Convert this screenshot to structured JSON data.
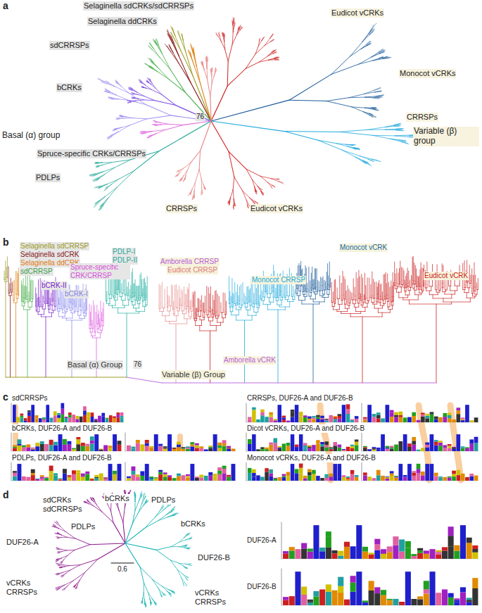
{
  "diagram": {
    "nodes": [
      {
        "text": [
          "Basal (α) group",
          "Selaginella sdCRKs/sdCRRSPs",
          "Selaginella ddCRKs",
          "sdCRRSPs",
          "bCRKs",
          "Spruce-specific CRKs/CRRSPs",
          "PDLPs",
          "76"
        ]
      },
      {
        "text": [
          "Variable (β) group",
          "Eudicot vCRKs",
          "Monocot vCRKs",
          "CRRSPs",
          "Eudicot vCRKs",
          "CRRSPs"
        ]
      },
      {
        "text": [
          "Basal (α) Group",
          "Selaginella sdCRRSP",
          "Selaginella sdCRK",
          "Selaginella ddCRK",
          "sdCRRSP",
          "bCRK-II",
          "bCRK-I",
          "Spruce-specific CRK/CRRSP",
          "PDLP-I",
          "PDLP-II",
          "76"
        ]
      },
      {
        "text": [
          "Variable (β) Group",
          "Amborella CRRSP",
          "Eudicot CRRSP",
          "Monocot CRRSP",
          "Monocot vCRK",
          "Eudicot vCRK",
          "Amborella vCRK"
        ]
      }
    ],
    "labels": [
      "a",
      "b",
      "c",
      "sdCRRSPs",
      "bCRKs, DUF26-A and DUF26-B",
      "PDLPs, DUF26-A and DUF26-B",
      "CRRSPs, DUF26-A and DUF26-B",
      "Dicot vCRKs, DUF26-A and DUF26-B",
      "Monocot vCRKs, DUF26-A and DUF26-B",
      "d",
      "sdCRKs sdCRRSPs",
      "PDLPs",
      "bCRKs",
      "DUF26-A",
      "PDLPs",
      "bCRKs",
      "DUF26-B",
      "vCRKs CRRSPs",
      "vCRKs CRRSPs",
      "0.6",
      "DUF26-A",
      "DUF26-B"
    ]
  }
}
